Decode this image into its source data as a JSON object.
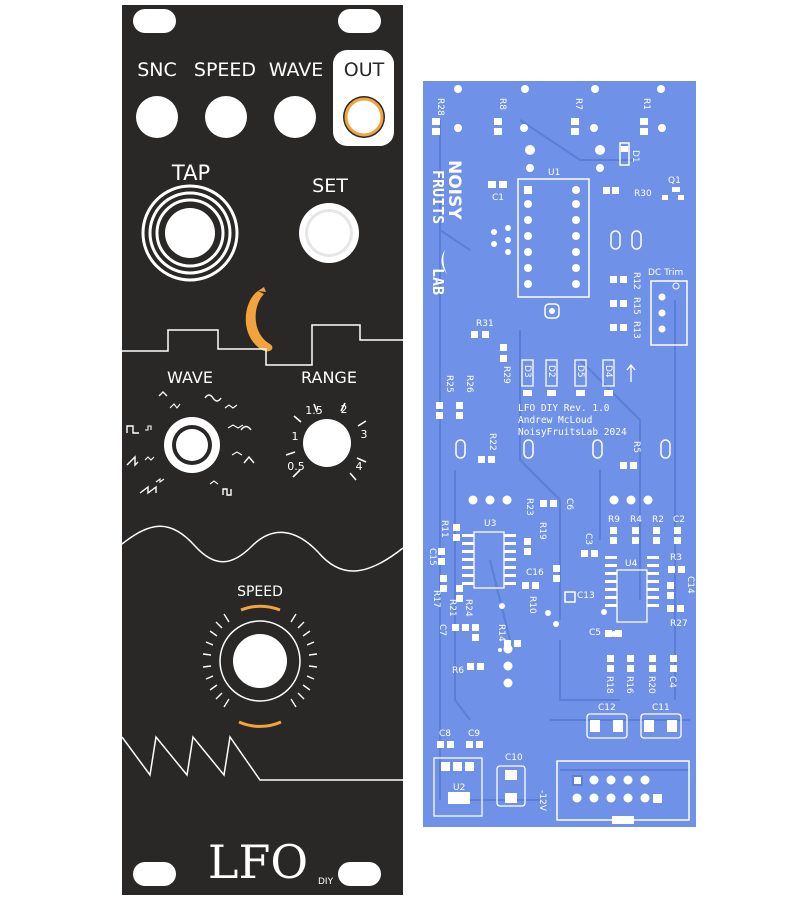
{
  "panel": {
    "labels": {
      "snc": "SNC",
      "speed": "SPEED",
      "wave": "WAVE",
      "out": "OUT",
      "tap": "TAP",
      "set": "SET",
      "wave_knob": "WAVE",
      "range_knob": "RANGE",
      "speed_knob": "SPEED"
    },
    "range_scale": [
      "0.5",
      "1",
      "1.5",
      "2",
      "3",
      "4"
    ],
    "logo": "LFO",
    "logo_suffix": "DIY",
    "colors": {
      "panel": "#2a2727",
      "accent": "#f3a33c",
      "graphics": "#ffffff"
    }
  },
  "pcb": {
    "brand_line1": "NOISY",
    "brand_line2": "FRUITS",
    "brand_line3": "LAB",
    "info": [
      "LFO DIY Rev. 1.0",
      "Andrew McLoud",
      "NoisyFruitsLab 2024"
    ],
    "dc_trim": "DC Trim",
    "power_label": "-12V",
    "ics": {
      "u1": "U1",
      "u2": "U2",
      "u3": "U3",
      "u4": "U4"
    },
    "refdes": {
      "r28": "R28",
      "r8": "R8",
      "r7": "R7",
      "r1": "R1",
      "d1": "D1",
      "q1": "Q1",
      "c1": "C1",
      "r30": "R30",
      "r12": "R12",
      "r15": "R15",
      "r13": "R13",
      "r31": "R31",
      "r29": "R29",
      "d3": "D3",
      "d2": "D2",
      "d5": "D5",
      "d4": "D4",
      "r25": "R25",
      "r26": "R26",
      "r22": "R22",
      "r5": "R5",
      "r23": "R23",
      "c6": "C6",
      "r9": "R9",
      "r4": "R4",
      "r2": "R2",
      "c2": "C2",
      "r11": "R11",
      "r19": "R19",
      "c3": "C3",
      "r3": "R3",
      "c15": "C15",
      "c16": "C16",
      "c14": "C14",
      "r17": "R17",
      "r21": "R21",
      "r10": "R10",
      "c13": "C13",
      "c7": "C7",
      "r24": "R24",
      "r27": "R27",
      "r14": "R14",
      "c5": "C5",
      "r6": "R6",
      "r18": "R18",
      "r16": "R16",
      "r20": "R20",
      "c4": "C4",
      "c12": "C12",
      "c11": "C11",
      "c8": "C8",
      "c9": "C9",
      "c10": "C10"
    },
    "colors": {
      "board": "#6f92e8",
      "silk": "#ffffff",
      "pad": "#ffffff",
      "trace": "#5b7fd6"
    }
  }
}
